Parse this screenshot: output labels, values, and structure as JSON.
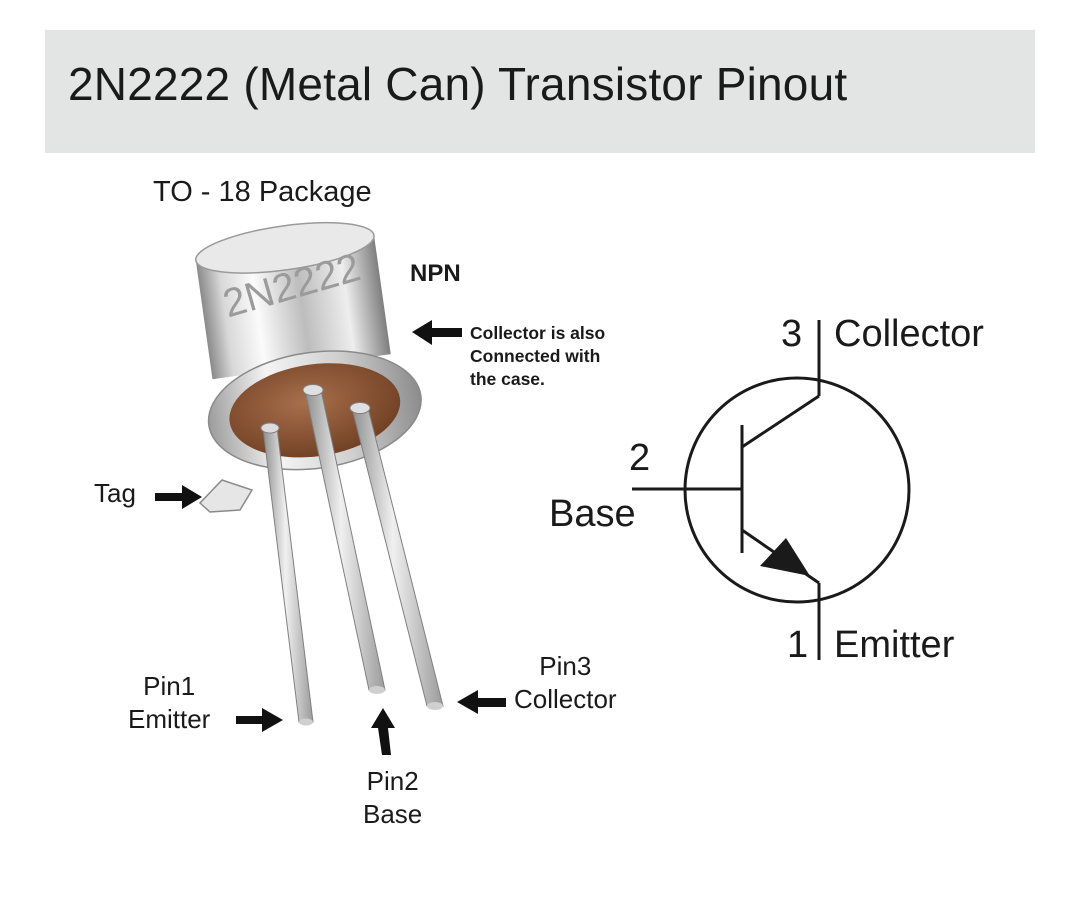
{
  "title": "2N2222 (Metal Can) Transistor Pinout",
  "package_label": "TO - 18 Package",
  "type_label": "NPN",
  "case_note": [
    "Collector is also",
    "Connected with",
    "the case."
  ],
  "can_marking": "2N2222",
  "tag_label": "Tag",
  "pins": {
    "pin1": {
      "number": "Pin1",
      "name": "Emitter"
    },
    "pin2": {
      "number": "Pin2",
      "name": "Base"
    },
    "pin3": {
      "number": "Pin3",
      "name": "Collector"
    }
  },
  "symbol": {
    "collector": {
      "number": "3",
      "name": "Collector"
    },
    "base": {
      "number": "2",
      "name": "Base"
    },
    "emitter": {
      "number": "1",
      "name": "Emitter"
    }
  }
}
